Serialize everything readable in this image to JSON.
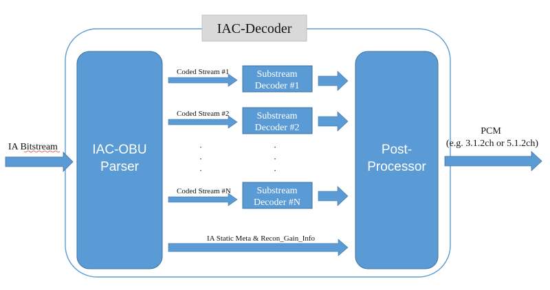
{
  "title": "IAC-Decoder",
  "parser_lines": [
    "IAC-OBU",
    "Parser"
  ],
  "post_lines": [
    "Post-",
    "Processor"
  ],
  "input_label": "IA Bitstream",
  "output_label_line1": "PCM",
  "output_label_line2": "(e.g. 3.1.2ch or 5.1.2ch)",
  "streams": [
    {
      "coded_label": "Coded Stream #1",
      "decoder_line1": "Substream",
      "decoder_line2": "Decoder #1"
    },
    {
      "coded_label": "Coded Stream #2",
      "decoder_line1": "Substream",
      "decoder_line2": "Decoder #2"
    },
    {
      "coded_label": "Coded Stream #N",
      "decoder_line1": "Substream",
      "decoder_line2": "Decoder #N"
    }
  ],
  "ellipsis_dots": [
    "·",
    "·",
    "·"
  ],
  "meta_label": "IA Static Meta & Recon_Gain_Info",
  "colors": {
    "block_fill": "#5b9bd5",
    "block_stroke": "#41719c",
    "arrow_fill": "#5b9bd5",
    "title_box_fill": "#d9d9d9",
    "frame_stroke": "#5b9bd5",
    "spellcheck_underline": "#e0403a"
  }
}
